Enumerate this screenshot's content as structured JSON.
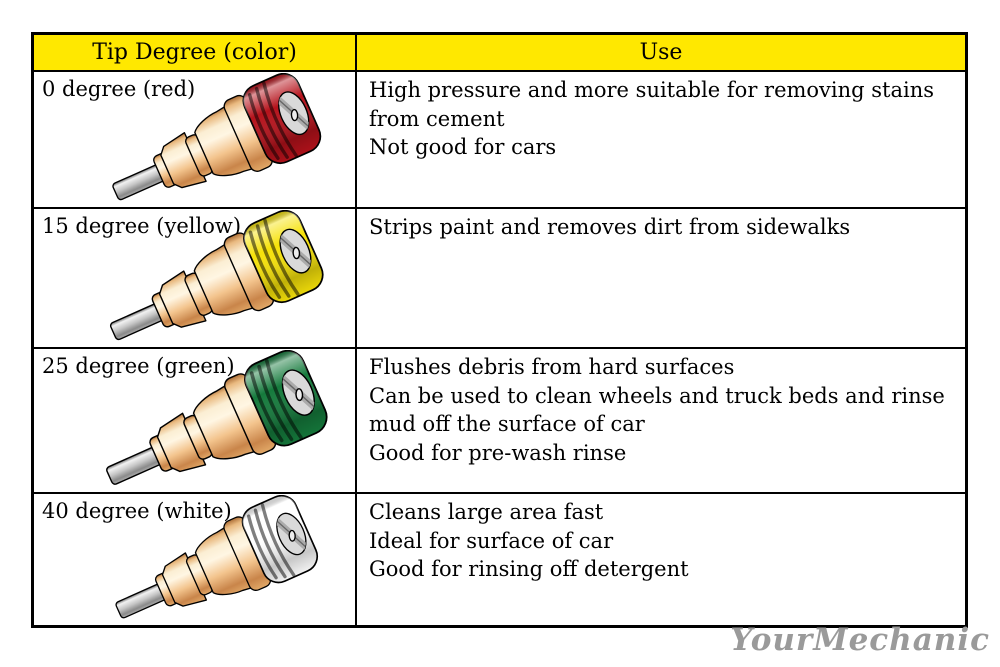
{
  "table": {
    "header": {
      "tip_col": "Tip Degree (color)",
      "use_col": "Use",
      "bg_color": "#ffe800"
    },
    "rows": [
      {
        "label": "0 degree (red)",
        "tip_color": "#b5121b",
        "orifice": "dot",
        "uses": [
          "High pressure and more suitable for removing stains from cement",
          "Not good for cars"
        ]
      },
      {
        "label": "15 degree (yellow)",
        "tip_color": "#f6e20a",
        "orifice": "slash",
        "uses": [
          "Strips paint and removes dirt from sidewalks"
        ]
      },
      {
        "label": "25 degree (green)",
        "tip_color": "#157a3c",
        "orifice": "slash",
        "uses": [
          "Flushes debris from hard surfaces",
          "Can be used to clean wheels and truck beds and rinse mud off the surface of car",
          "Good for pre-wash rinse"
        ]
      },
      {
        "label": "40 degree (white)",
        "tip_color": "#ffffff",
        "orifice": "slash",
        "uses": [
          "Cleans large area fast",
          "Ideal for surface of car",
          "Good for rinsing off detergent"
        ]
      }
    ]
  },
  "watermark": "YourMechanic"
}
